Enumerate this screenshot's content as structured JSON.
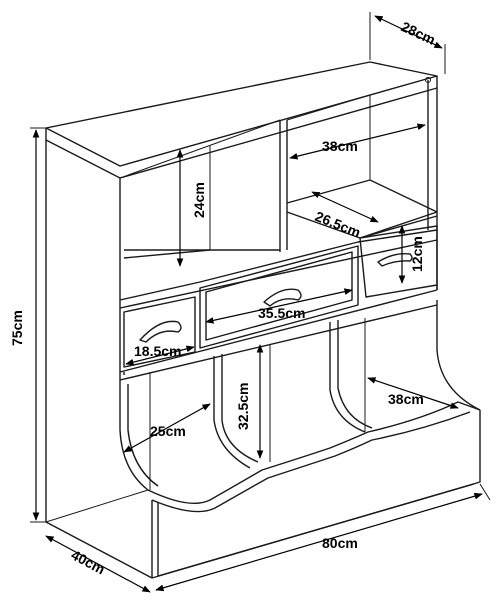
{
  "dimensions": {
    "depth_top": "28cm",
    "upper_shelf_width": "38cm",
    "upper_left_height": "24cm",
    "middle_shelf_depth": "26.5cm",
    "small_drawer_height": "12cm",
    "long_drawer_width": "35.5cm",
    "left_drawer_width": "18.5cm",
    "total_height": "75cm",
    "bin_height": "32.5cm",
    "bin_left_width": "25cm",
    "bin_right_width": "38cm",
    "base_depth": "40cm",
    "total_width": "80cm"
  }
}
